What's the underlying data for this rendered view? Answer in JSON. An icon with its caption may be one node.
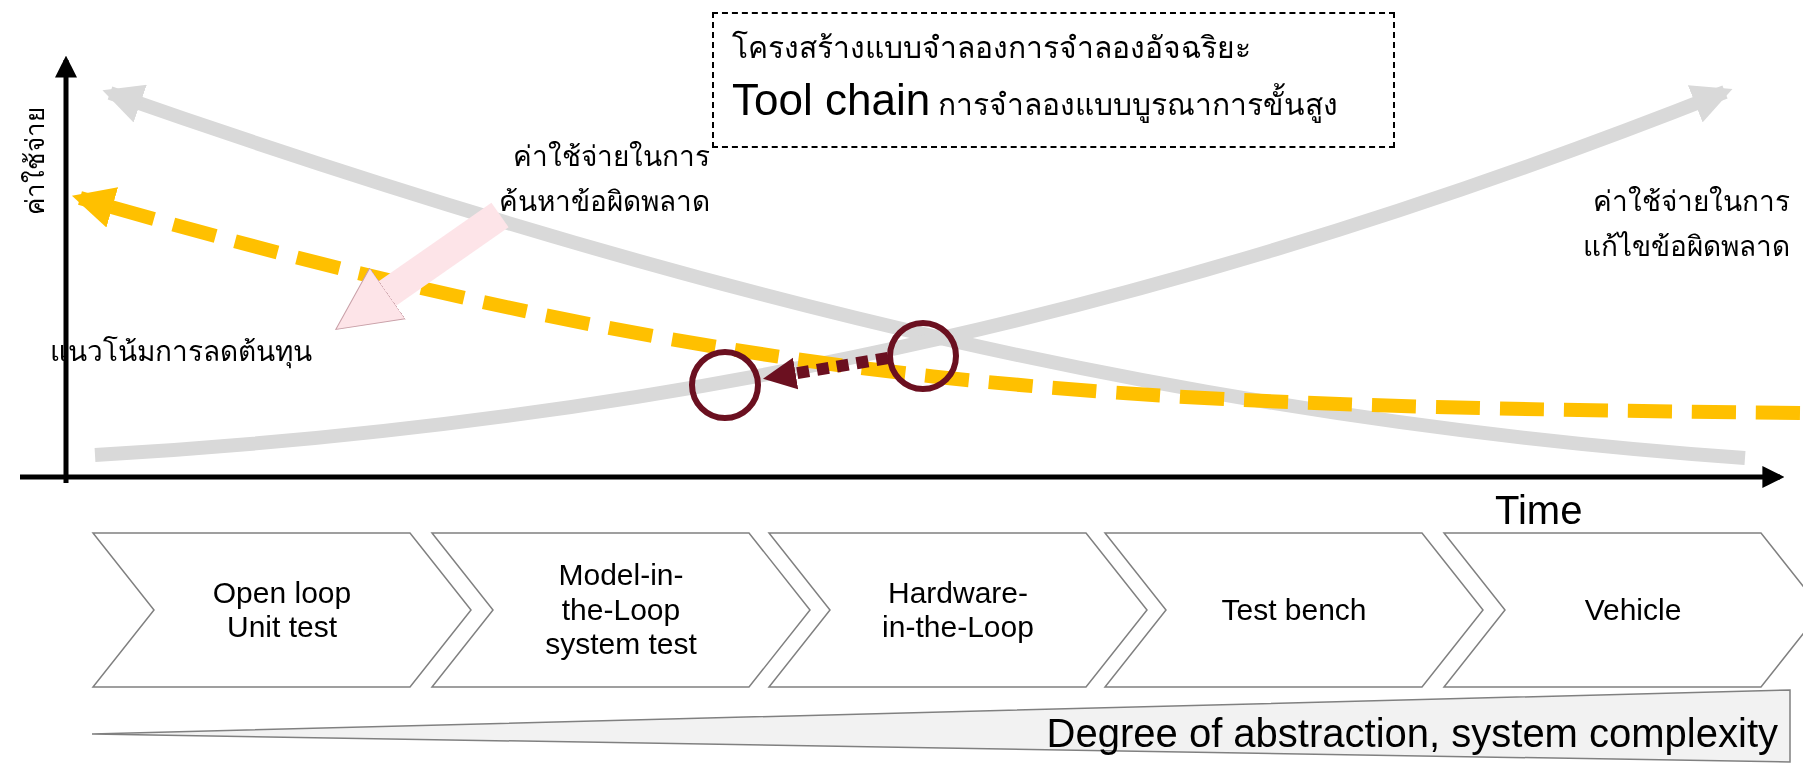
{
  "diagram": {
    "nodes": [
      {
        "text": [
          "โครงสร้างแบบจำลองการจำลองอัจฉริยะ",
          "Tool chain",
          "การจำลองแบบบูรณาการขั้นสูง"
        ]
      },
      {
        "text": [
          "ค่าใช้จ่ายในการค้นหาข้อผิดพลาด"
        ]
      },
      {
        "text": [
          "แนวโน้มการลดต้นทุน"
        ]
      },
      {
        "text": [],
        "shape": "circle"
      },
      {
        "text": [],
        "shape": "circle"
      },
      {
        "text": [
          "Open loop Unit test"
        ]
      },
      {
        "text": [
          "Model-in-the-Loop system test"
        ]
      },
      {
        "text": [
          "Hardware-in-the-Loop"
        ]
      },
      {
        "text": [
          "Test bench"
        ]
      },
      {
        "text": [
          "Vehicle"
        ]
      },
      {
        "text": [
          "Degree of abstraction, system complexity"
        ]
      }
    ],
    "edges": [
      {
        "from": 1,
        "to": 2,
        "arrow": "to",
        "style": "thick",
        "color": "#fde4e8"
      },
      {
        "from": 4,
        "to": 3,
        "arrow": "to",
        "style": "dashed",
        "color": "#6b1020"
      }
    ],
    "labels": [
      "ค่าใช้จ่าย",
      "ค่าใช้จ่ายในการแก้ไขข้อผิดพลาด",
      "Time"
    ]
  }
}
